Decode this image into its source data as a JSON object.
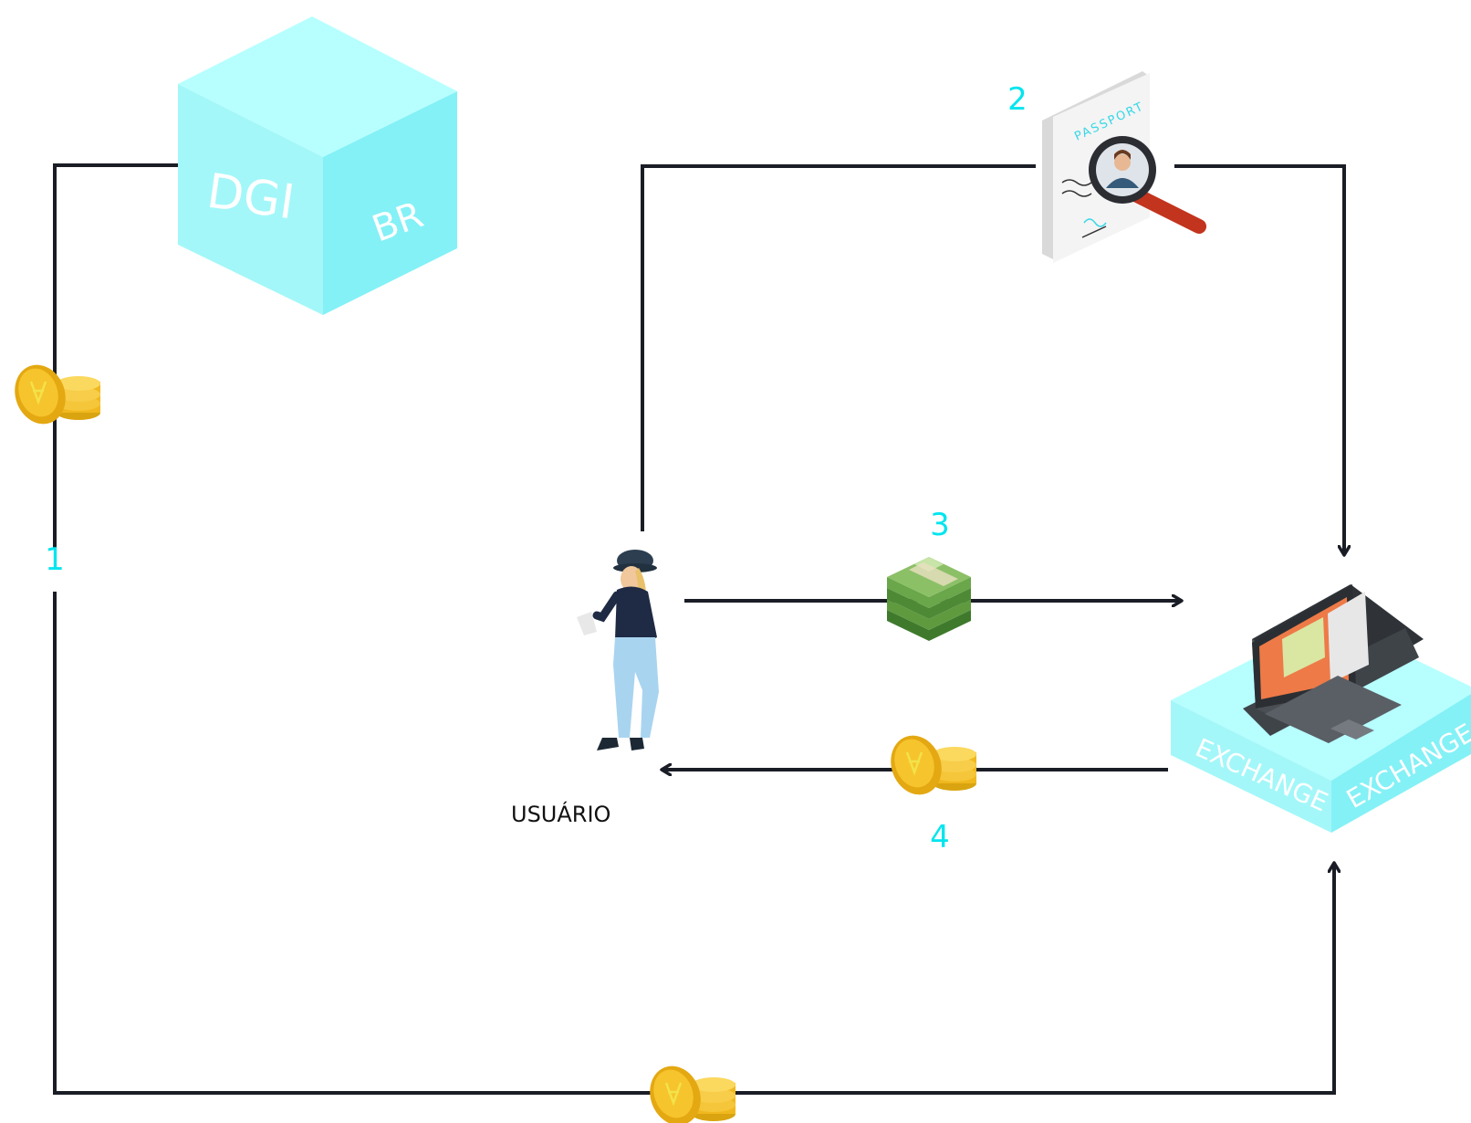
{
  "nodes": {
    "dgi_cube": {
      "front_label": "DGI",
      "side_label": "BR"
    },
    "exchange": {
      "front_label": "EXCHANGE",
      "side_label": "EXCHANGE"
    },
    "user": {
      "label": "USUÁRIO"
    },
    "passport": {
      "label": "PASSPORT"
    }
  },
  "steps": [
    {
      "number": "1",
      "icon": "coins-icon"
    },
    {
      "number": "2",
      "icon": "passport-magnifier-icon"
    },
    {
      "number": "3",
      "icon": "cash-stack-icon"
    },
    {
      "number": "4",
      "icon": "coins-icon"
    }
  ],
  "colors": {
    "accent": "#00e5ee",
    "cube_top": "#b7ffff",
    "cube_front": "#a0f6f8",
    "cube_side": "#7cf0f6",
    "line": "#1a1d26",
    "coin": "#f0b81e",
    "cash": "#5f9a3f"
  }
}
